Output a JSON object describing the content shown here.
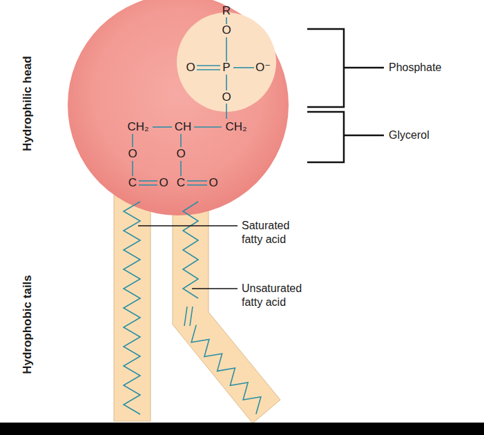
{
  "diagram": {
    "labels": [
      "Hydrophilic head",
      "R",
      "O",
      "O",
      "P",
      "O⁻",
      "Phosphate",
      "O",
      "CH₂",
      "CH",
      "CH₂",
      "Glycerol",
      "O",
      "O",
      "C",
      "O",
      "C",
      "O",
      "Saturated fatty acid",
      "Unsaturated fatty acid",
      "Hydrophobic tails"
    ]
  }
}
